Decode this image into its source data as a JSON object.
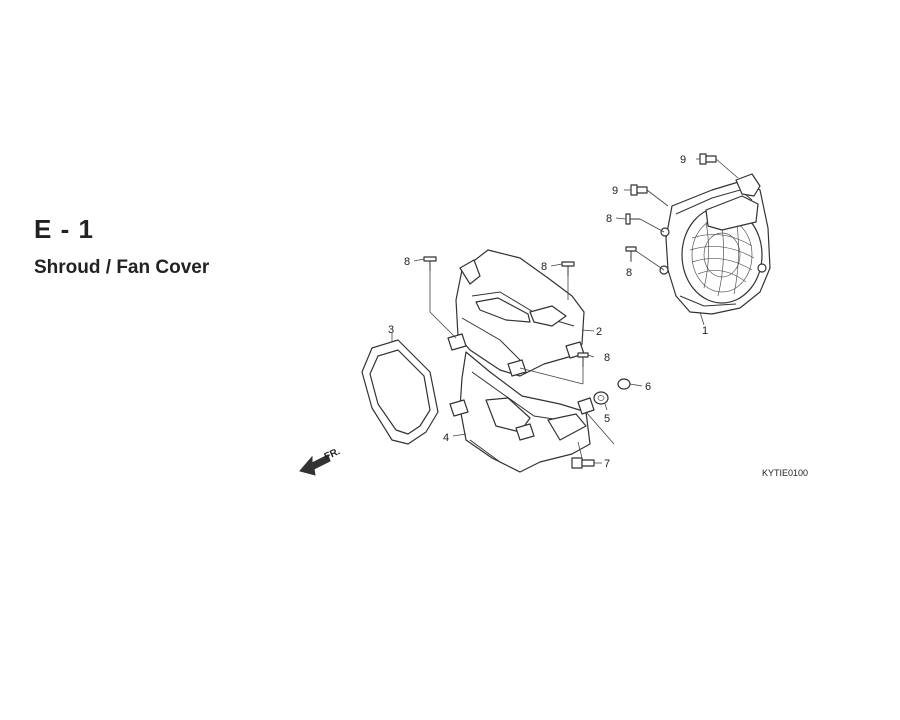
{
  "section": {
    "code": "E - 1",
    "title": "Shroud / Fan Cover"
  },
  "direction_label": "FR.",
  "reference_code": "KYTIE0100",
  "callouts": {
    "c1": "1",
    "c2": "2",
    "c3": "3",
    "c4": "4",
    "c5": "5",
    "c6": "6",
    "c7": "7",
    "c8a": "8",
    "c8b": "8",
    "c8c": "8",
    "c8d": "8",
    "c8e": "8",
    "c9a": "9",
    "c9b": "9"
  }
}
